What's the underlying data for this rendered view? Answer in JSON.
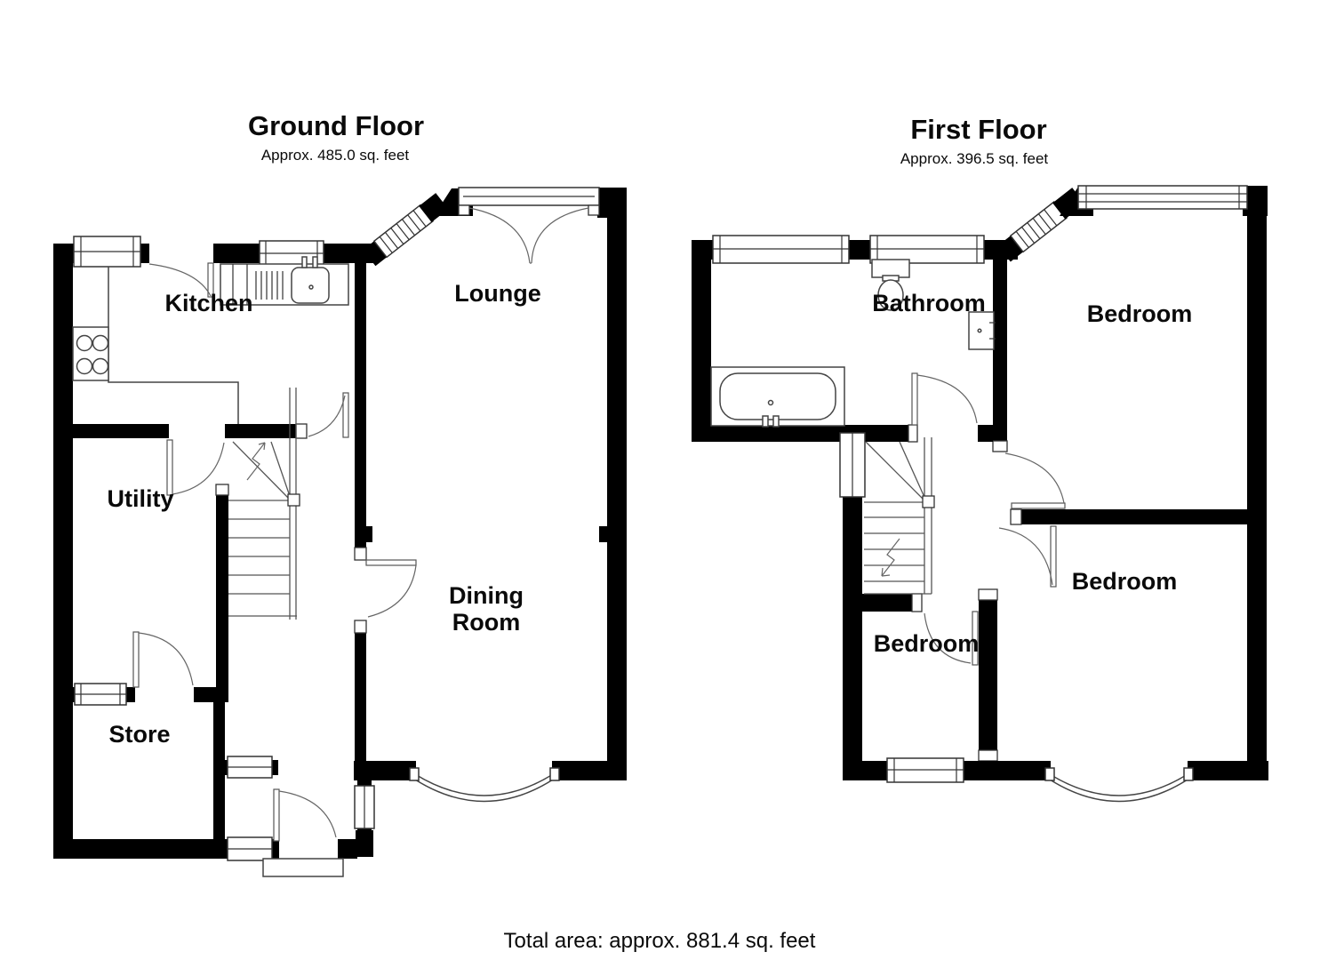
{
  "ground_floor": {
    "title": "Ground Floor",
    "area": "Approx. 485.0 sq. feet",
    "rooms": {
      "kitchen": "Kitchen",
      "lounge": "Lounge",
      "utility": "Utility",
      "store": "Store",
      "dining_line1": "Dining",
      "dining_line2": "Room"
    }
  },
  "first_floor": {
    "title": "First Floor",
    "area": "Approx. 396.5 sq. feet",
    "rooms": {
      "bathroom": "Bathroom",
      "bedroom_top": "Bedroom",
      "bedroom_right": "Bedroom",
      "bedroom_left": "Bedroom"
    }
  },
  "footer": {
    "total_area": "Total area: approx. 881.4 sq. feet"
  },
  "colors": {
    "wall": "#000000",
    "background": "#ffffff",
    "line": "#444444"
  }
}
